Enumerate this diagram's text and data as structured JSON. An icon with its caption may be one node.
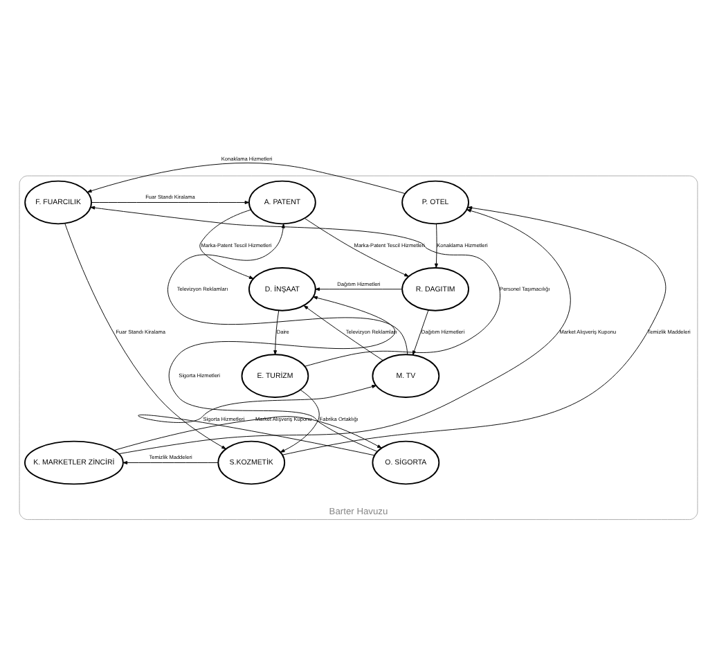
{
  "diagram": {
    "nodes": [
      {
        "text": [
          "Barter Havuzu"
        ]
      },
      {
        "text": [
          "P. OTEL"
        ],
        "in": 0
      },
      {
        "text": [
          "F. FUARCILIK"
        ],
        "in": 0
      },
      {
        "text": [
          "A. PATENT"
        ],
        "in": 0
      },
      {
        "text": [
          "R. DAGITIM"
        ],
        "in": 0
      },
      {
        "text": [
          "D. İNŞAAT"
        ],
        "in": 0
      },
      {
        "text": [
          "M. TV"
        ],
        "in": 0
      },
      {
        "text": [
          "E. TURİZM"
        ],
        "in": 0
      },
      {
        "text": [
          "O. SİGORTA"
        ],
        "in": 0
      },
      {
        "text": [
          "K. MARKETLER ZİNCİRİ"
        ],
        "in": 0
      },
      {
        "text": [
          "S.KOZMETİK"
        ],
        "in": 0
      }
    ],
    "edges": [
      {
        "from": 1,
        "to": 2,
        "arrow": "to",
        "label": "Konaklama Hizmetleri"
      },
      {
        "from": 2,
        "to": 3,
        "arrow": "to",
        "label": "Fuar Standı Kiralama"
      },
      {
        "from": 1,
        "to": 4,
        "arrow": "to",
        "label": "Konaklama Hizmetleri"
      },
      {
        "from": 3,
        "to": 4,
        "arrow": "to",
        "label": "Marka-Patent Tescil Hizmetleri"
      },
      {
        "from": 3,
        "to": 5,
        "arrow": "to",
        "label": "Marka-Patent Tescil Hizmetleri"
      },
      {
        "from": 4,
        "to": 5,
        "arrow": "to",
        "label": "Dağıtım Hizmetleri"
      },
      {
        "from": 4,
        "to": 6,
        "arrow": "to",
        "label": "Dağıtım Hizmetleri"
      },
      {
        "from": 6,
        "to": 3,
        "arrow": "to",
        "label": "Televizyon Reklamları"
      },
      {
        "from": 6,
        "to": 5,
        "arrow": "to",
        "label": "Televizyon Reklamları"
      },
      {
        "from": 8,
        "to": 5,
        "arrow": "to",
        "label": "Sigorta Hizmetleri"
      },
      {
        "from": 5,
        "to": 7,
        "arrow": "to",
        "label": "Daire"
      },
      {
        "from": 7,
        "to": 10,
        "arrow": "to",
        "label": "Fabrika Ortaklığı"
      },
      {
        "from": 8,
        "to": 6,
        "arrow": "to",
        "label": "Sigorta Hizmetleri"
      },
      {
        "from": 10,
        "to": 9,
        "arrow": "to",
        "label": "Temizlik Maddeleri"
      },
      {
        "from": 9,
        "to": 8,
        "arrow": "to",
        "label": "Market Alışveriş Kuponu"
      },
      {
        "from": 9,
        "to": 1,
        "arrow": "to",
        "label": "Market Alışveriş Kuponu"
      },
      {
        "from": 10,
        "to": 1,
        "arrow": "to",
        "label": "Temizlik Maddeleri"
      },
      {
        "from": 2,
        "to": 10,
        "arrow": "to",
        "label": "Fuar Standı Kiralama"
      },
      {
        "from": 7,
        "to": 2,
        "arrow": "to",
        "label": "Personel Taşımacılığı"
      }
    ]
  }
}
